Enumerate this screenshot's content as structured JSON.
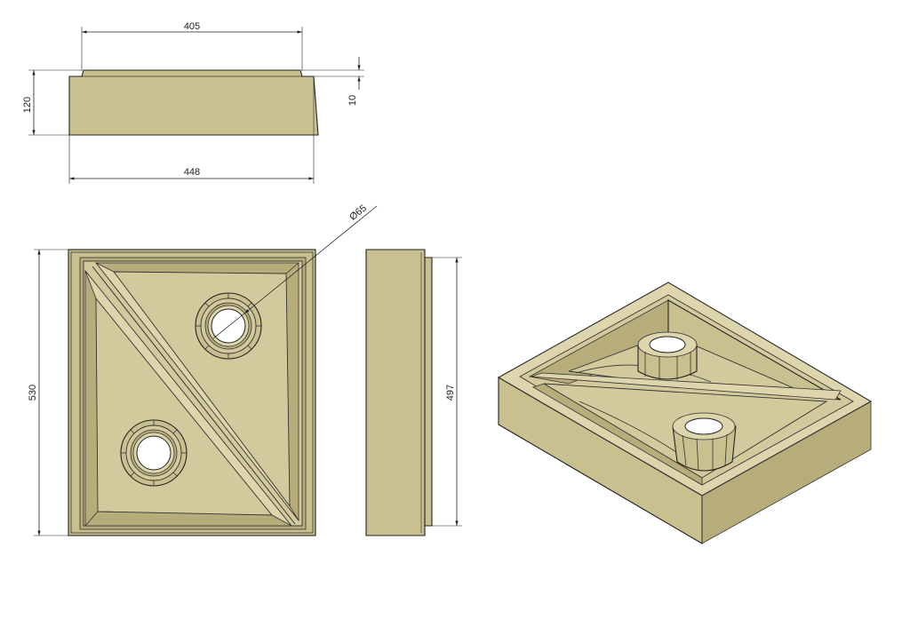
{
  "drawing": {
    "colors": {
      "body": "#c9c08f",
      "inner": "#d2ca9d",
      "shade": "#b6ad7b",
      "light": "#ddd6ad",
      "line": "#222222",
      "background": "#ffffff"
    },
    "dimensions": {
      "top_width": "405",
      "height": "120",
      "lip_height": "10",
      "bottom_width": "448",
      "hole_diameter": "Ø65",
      "plan_height": "530",
      "side_height": "497"
    },
    "views": [
      "front-view",
      "plan-view",
      "side-view",
      "isometric-view"
    ]
  }
}
